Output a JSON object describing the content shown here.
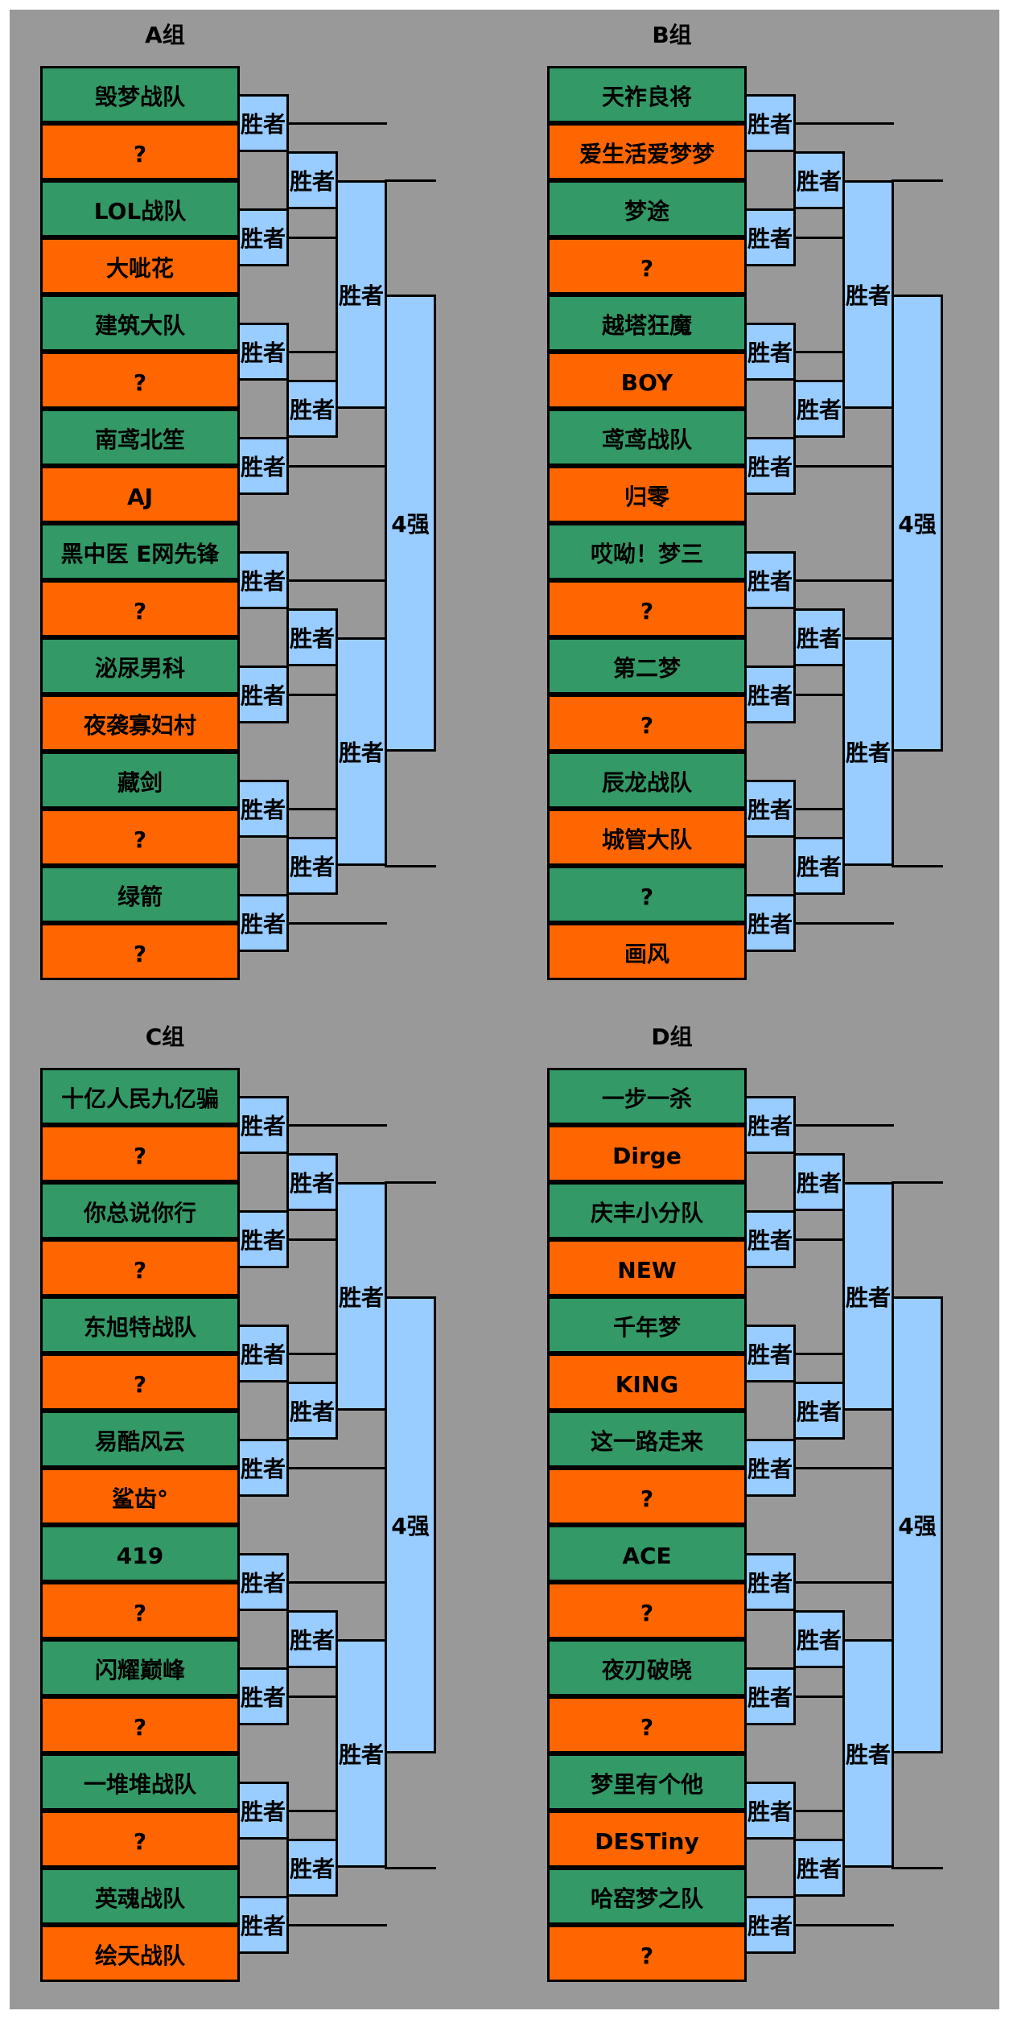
{
  "groups": [
    {
      "name": "A组",
      "teams": [
        "毁梦战队",
        "?",
        "LOL战队",
        "大呲花",
        "建筑大队",
        "?",
        "南鸢北笙",
        "AJ",
        "黑中医 E网先锋",
        "?",
        "泌尿男科",
        "夜袭寡妇村",
        "藏剑",
        "?",
        "绿箭",
        "?"
      ]
    },
    {
      "name": "B组",
      "teams": [
        "天祚良将",
        "爱生活爱梦梦",
        "梦途",
        "?",
        "越塔狂魔",
        "BOY",
        "鸢鸢战队",
        "归零",
        "哎呦！梦三",
        "?",
        "第二梦",
        "?",
        "辰龙战队",
        "城管大队",
        "?",
        "画风"
      ]
    },
    {
      "name": "C组",
      "teams": [
        "十亿人民九亿骗",
        "?",
        "你总说你行",
        "?",
        "东旭特战队",
        "?",
        "易酷风云",
        "鲨齿°",
        "419",
        "?",
        "闪耀巅峰",
        "?",
        "一堆堆战队",
        "?",
        "英魂战队",
        "绘天战队"
      ]
    },
    {
      "name": "D组",
      "teams": [
        "一步一杀",
        "Dirge",
        "庆丰小分队",
        "NEW",
        "千年梦",
        "KING",
        "这一路走来",
        "?",
        "ACE",
        "?",
        "夜刃破晓",
        "?",
        "梦里有个他",
        "DESTiny",
        "哈窑梦之队",
        "?"
      ]
    }
  ],
  "labels": {
    "winner": "胜者",
    "top4": "4强"
  }
}
